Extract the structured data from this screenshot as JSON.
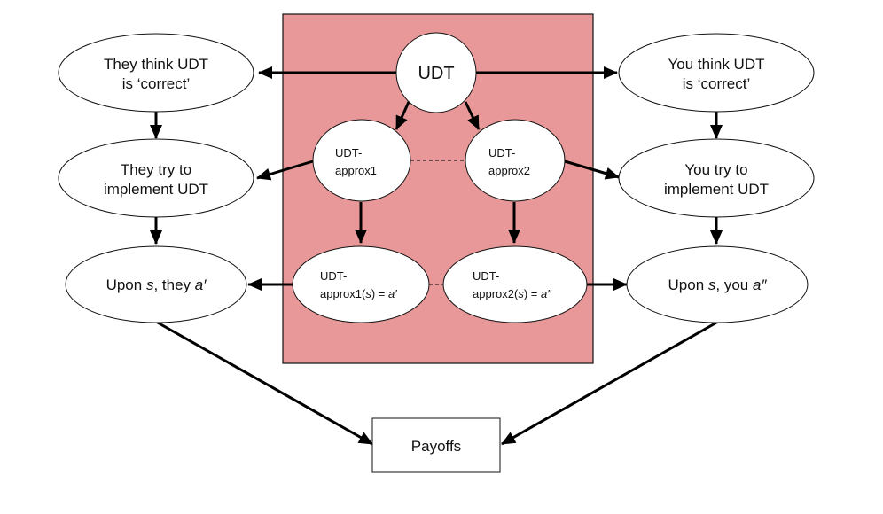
{
  "diagram": {
    "region_color": "#e89898",
    "nodes": {
      "udt": {
        "label": "UDT"
      },
      "they_think": {
        "line1": "They think UDT",
        "line2": "is ‘correct’"
      },
      "they_try": {
        "line1": "They try to",
        "line2": "implement UDT"
      },
      "they_upon": {
        "pre": "Upon ",
        "s": "s",
        "mid": ", they ",
        "a": "a′"
      },
      "you_think": {
        "line1": "You think UDT",
        "line2": "is ‘correct’"
      },
      "you_try": {
        "line1": "You try to",
        "line2": "implement UDT"
      },
      "you_upon": {
        "pre": "Upon ",
        "s": "s",
        "mid": ", you ",
        "a": "a″"
      },
      "approx1": {
        "line1": "UDT-",
        "line2": "approx1"
      },
      "approx2": {
        "line1": "UDT-",
        "line2": "approx2"
      },
      "approx1_s": {
        "line1": "UDT-",
        "line2_pre": "approx1(",
        "s": "s",
        "line2_mid": ") = ",
        "a": "a′"
      },
      "approx2_s": {
        "line1": "UDT-",
        "line2_pre": "approx2(",
        "s": "s",
        "line2_mid": ") = ",
        "a": "a″"
      },
      "payoffs": {
        "label": "Payoffs"
      }
    },
    "edges": [
      {
        "from": "udt",
        "to": "they_think",
        "style": "arrow"
      },
      {
        "from": "udt",
        "to": "you_think",
        "style": "arrow"
      },
      {
        "from": "udt",
        "to": "approx1",
        "style": "arrow"
      },
      {
        "from": "udt",
        "to": "approx2",
        "style": "arrow"
      },
      {
        "from": "approx1",
        "to": "approx2",
        "style": "dashed"
      },
      {
        "from": "approx1",
        "to": "they_try",
        "style": "arrow"
      },
      {
        "from": "approx2",
        "to": "you_try",
        "style": "arrow"
      },
      {
        "from": "approx1",
        "to": "approx1_s",
        "style": "arrow"
      },
      {
        "from": "approx2",
        "to": "approx2_s",
        "style": "arrow"
      },
      {
        "from": "approx1_s",
        "to": "approx2_s",
        "style": "dashed"
      },
      {
        "from": "approx1_s",
        "to": "they_upon",
        "style": "arrow"
      },
      {
        "from": "approx2_s",
        "to": "you_upon",
        "style": "arrow"
      },
      {
        "from": "they_think",
        "to": "they_try",
        "style": "arrow"
      },
      {
        "from": "they_try",
        "to": "they_upon",
        "style": "arrow"
      },
      {
        "from": "you_think",
        "to": "you_try",
        "style": "arrow"
      },
      {
        "from": "you_try",
        "to": "you_upon",
        "style": "arrow"
      },
      {
        "from": "they_upon",
        "to": "payoffs",
        "style": "arrow"
      },
      {
        "from": "you_upon",
        "to": "payoffs",
        "style": "arrow"
      }
    ]
  }
}
